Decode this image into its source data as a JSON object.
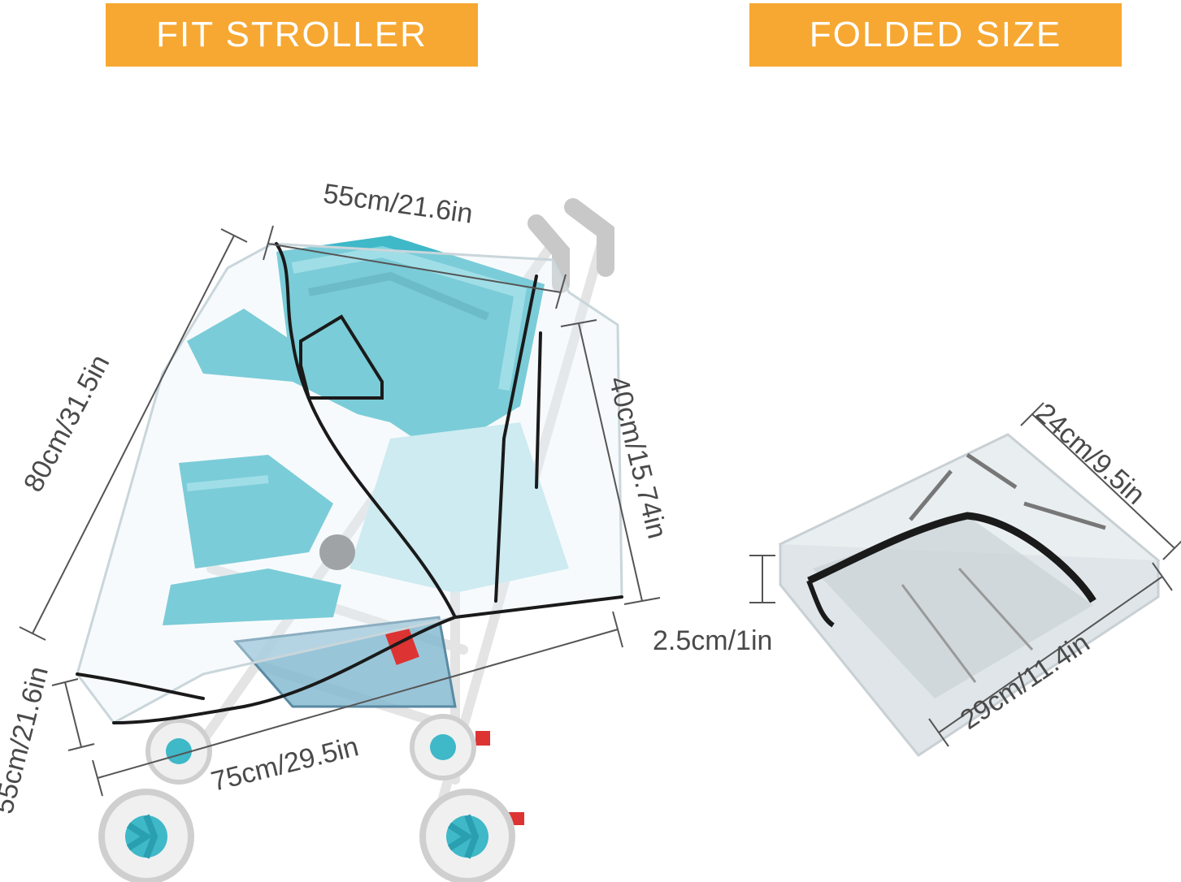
{
  "banners": {
    "left": "FIT STROLLER",
    "right": "FOLDED SIZE"
  },
  "stroller_dimensions": {
    "top_width": "55cm/21.6in",
    "height": "80cm/31.5in",
    "front_height": "40cm/15.74in",
    "base_length": "75cm/29.5in",
    "base_height": "55cm/21.6in"
  },
  "folded_dimensions": {
    "width": "24cm/9.5in",
    "thickness": "2.5cm/1in",
    "length": "29cm/11.4in"
  },
  "colors": {
    "banner": "#f7a832",
    "fabric_teal": "#3fb8c8",
    "frame": "#e8e8e8",
    "cover_edge": "#1a1a1a",
    "dimension_line": "#555555"
  }
}
